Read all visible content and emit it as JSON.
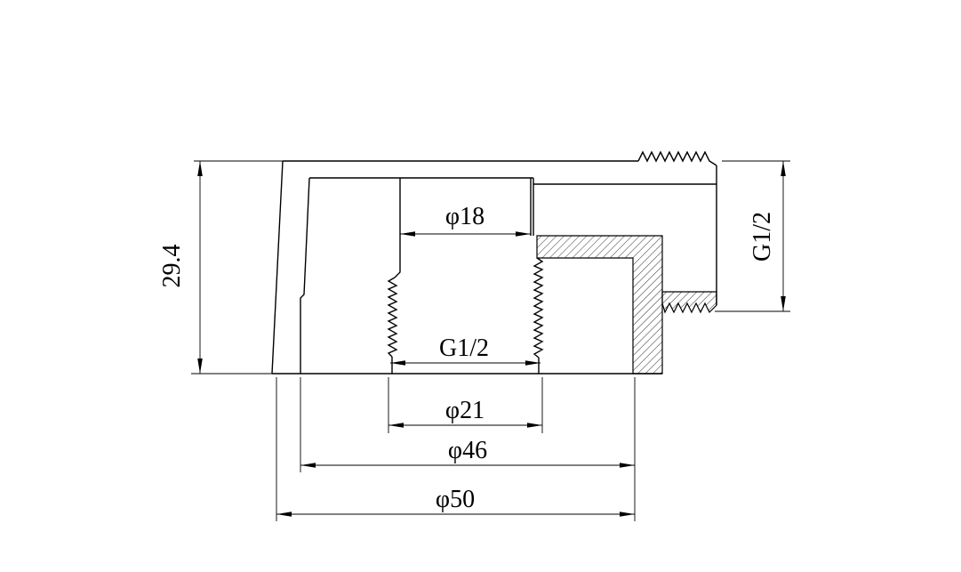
{
  "drawing": {
    "background_color": "#ffffff",
    "line_color": "#000000",
    "labels": {
      "height": "29.4",
      "bore_diameter": "φ18",
      "center_thread": "G1/2",
      "thread_major_diameter": "φ21",
      "flange_diameter": "φ46",
      "base_diameter": "φ50",
      "side_thread": "G1/2"
    }
  }
}
